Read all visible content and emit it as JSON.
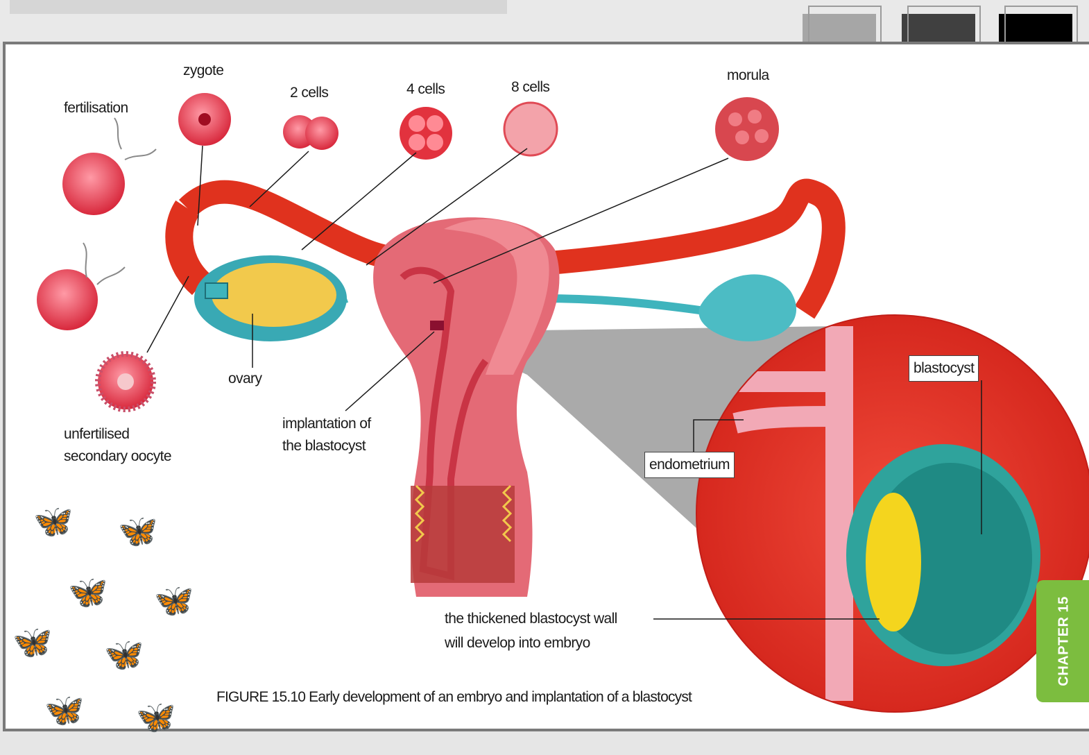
{
  "slide": {
    "label_colors": {
      "box_border": "#444444",
      "chapter_tab": "#7cbd3f"
    }
  },
  "diagram": {
    "labels": {
      "zygote": "zygote",
      "fertilisation": "fertilisation",
      "two_cells": "2 cells",
      "four_cells": "4 cells",
      "eight_cells": "8 cells",
      "morula": "morula",
      "ovary": "ovary",
      "unfertilised_line1": "unfertilised",
      "unfertilised_line2": "secondary oocyte",
      "implantation_line1": "implantation of",
      "implantation_line2": "the blastocyst",
      "blastocyst": "blastocyst",
      "endometrium": "endometrium",
      "wall_line1": "the thickened blastocyst wall",
      "wall_line2": "will develop into embryo"
    },
    "caption": "FIGURE 15.10 Early development of an embryo and implantation of a blastocyst",
    "chapter_tab": "CHAPTER 15"
  },
  "decor": {
    "theme_squares": [
      "#a6a6a6",
      "#404040",
      "#000000"
    ],
    "butterfly_icon": "butterfly-icon"
  }
}
